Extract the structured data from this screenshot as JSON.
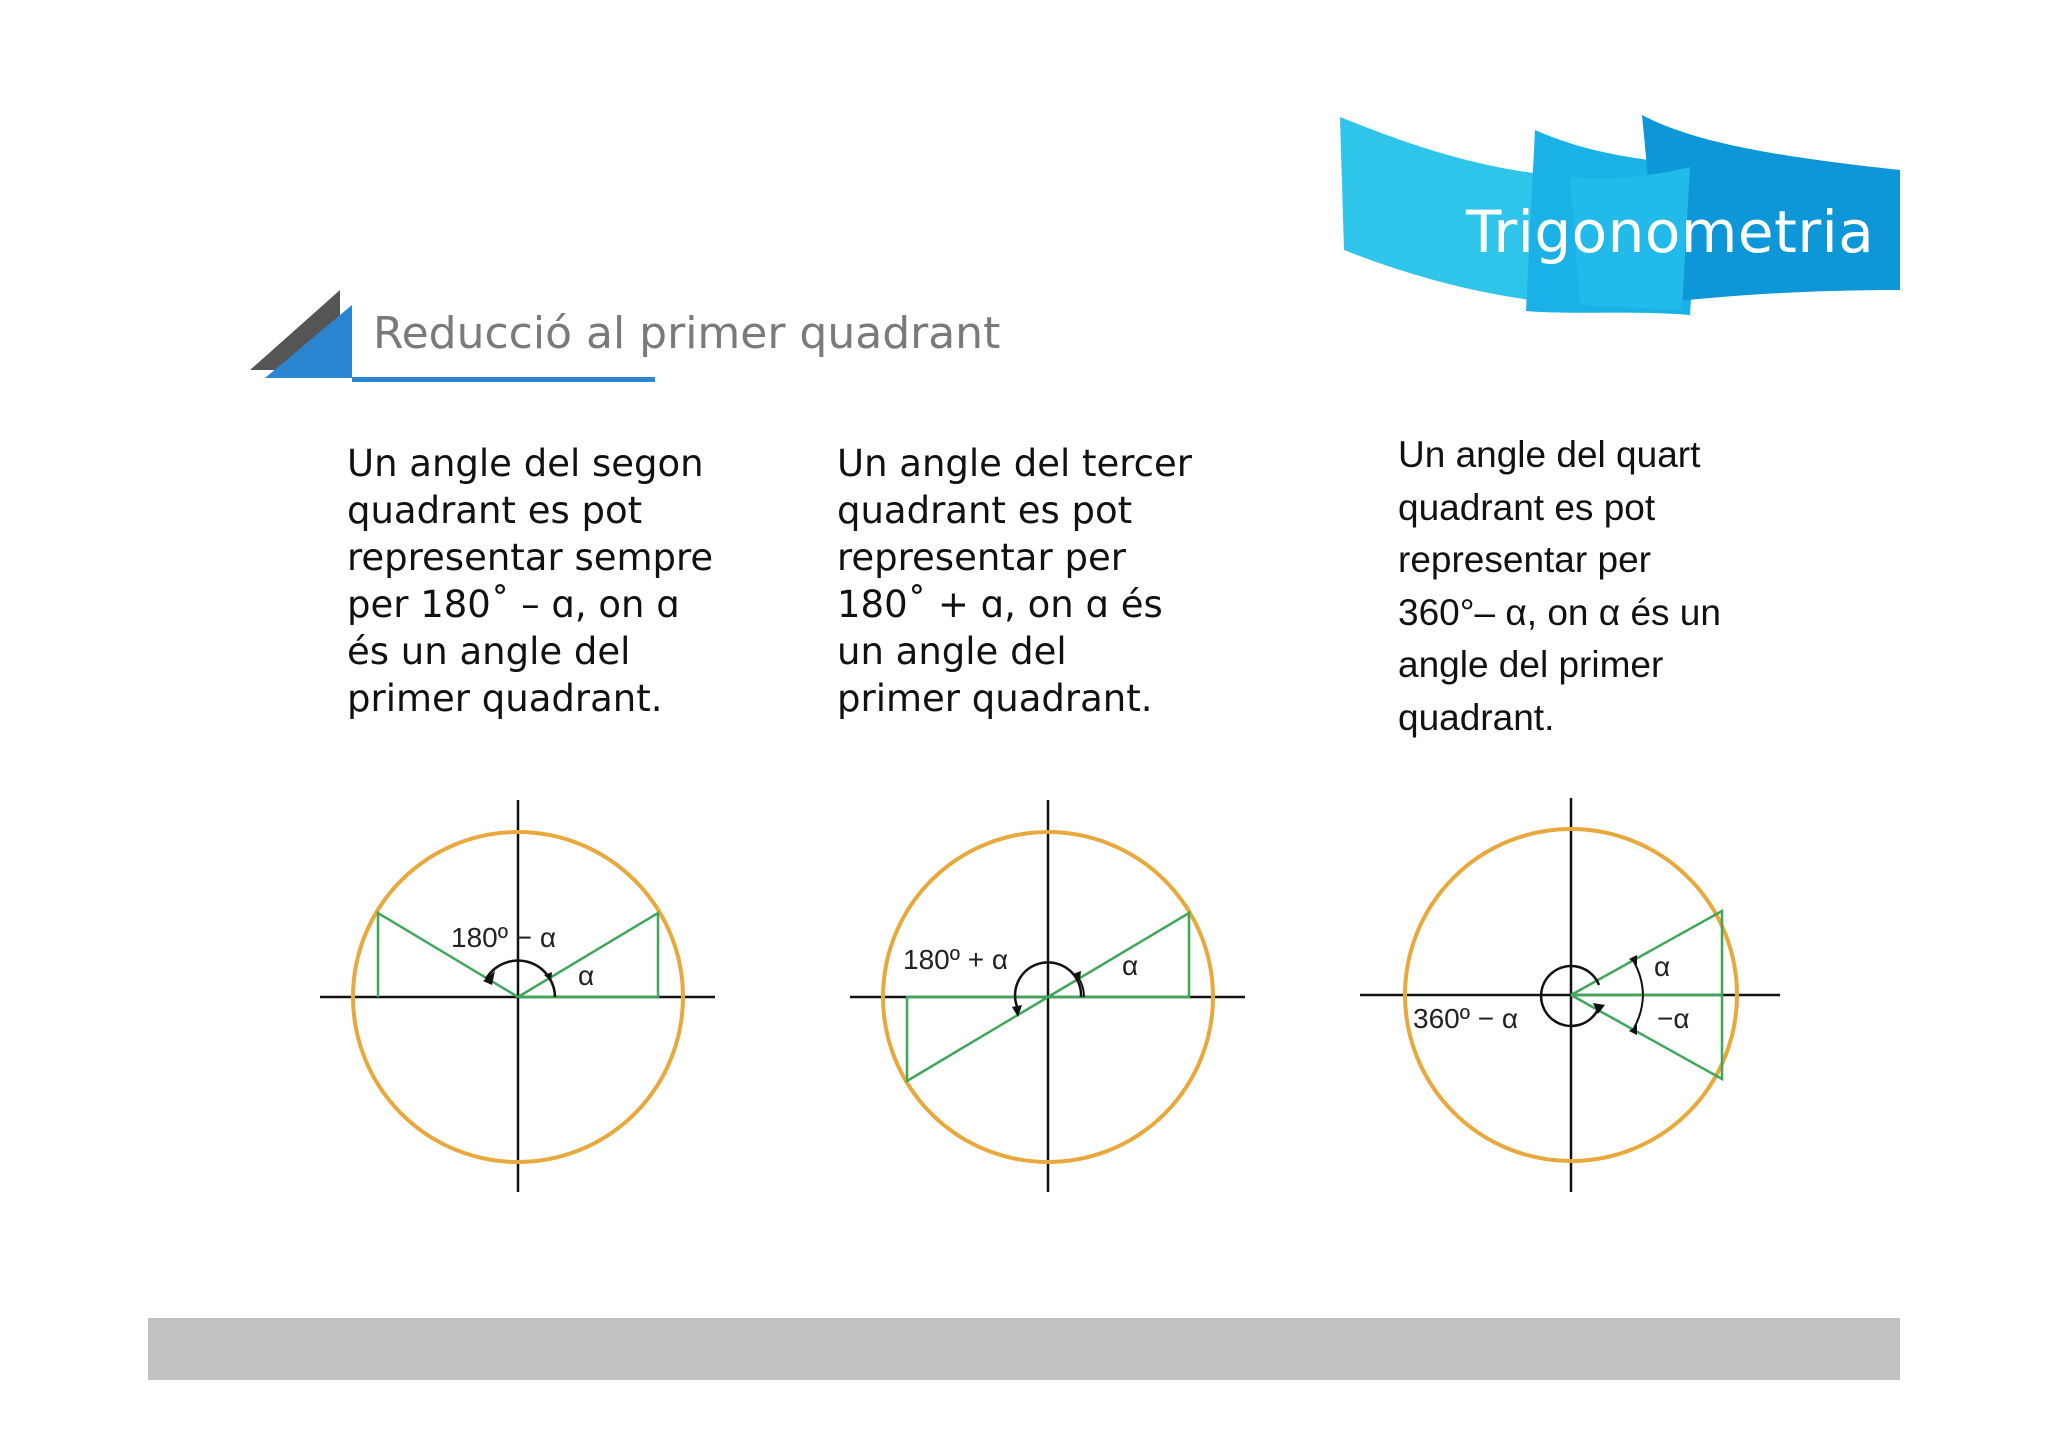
{
  "header": {
    "banner_title": "Trigonometria",
    "section_title": "Reducció al primer quadrant"
  },
  "columns": [
    {
      "lines": [
        "Un angle del segon",
        "quadrant es pot",
        "representar sempre",
        "per 180˚  – ɑ, on ɑ",
        "és un angle del",
        "primer quadrant."
      ],
      "diagram": {
        "label_main": "180º − α",
        "label_alpha": "α"
      }
    },
    {
      "lines": [
        "Un angle del tercer",
        "quadrant es pot",
        "representar per",
        "180˚  + ɑ, on ɑ és",
        "un angle del",
        "primer quadrant."
      ],
      "diagram": {
        "label_main": "180º + α",
        "label_alpha": "α"
      }
    },
    {
      "lines": [
        "Un angle del quart",
        "quadrant es pot",
        "representar per",
        "360°– α, on α és un",
        "angle del primer",
        "quadrant."
      ],
      "diagram": {
        "label_main": "360º − α",
        "label_alpha": "α",
        "label_neg_alpha": "−α"
      }
    }
  ],
  "colors": {
    "banner_light": "#29c3ea",
    "banner_dark": "#0b93d6",
    "circle": "#e8a83c",
    "triangle": "#3fa65a",
    "accent_blue": "#2a86d0",
    "footer": "#c1c1c3"
  }
}
